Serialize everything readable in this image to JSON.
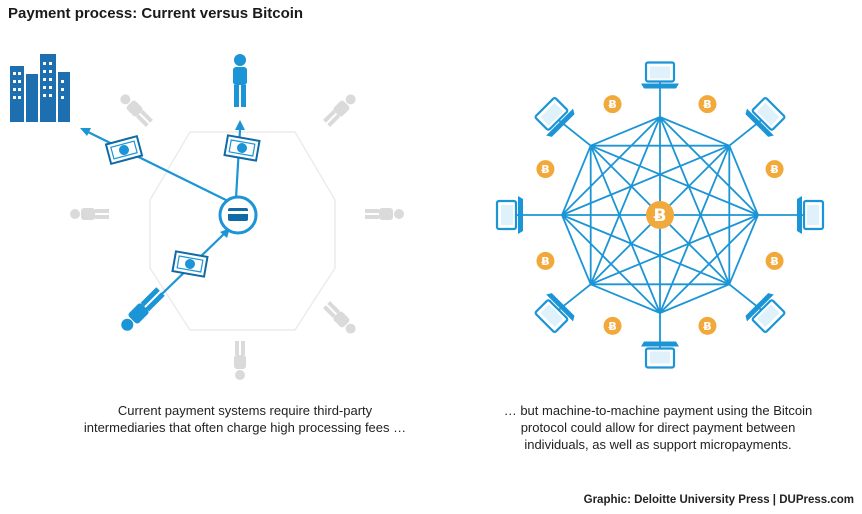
{
  "title": "Payment process: Current versus Bitcoin",
  "left": {
    "caption_line1": "Current payment systems require third-party",
    "caption_line2": "intermediaries that often charge high processing fees …"
  },
  "right": {
    "caption_line1": "… but machine-to-machine payment using the Bitcoin",
    "caption_line2": "protocol could allow for direct payment between",
    "caption_line3": "individuals, as well as support micropayments.",
    "node_count": 8,
    "coin_symbol": "Ƀ"
  },
  "credit": "Graphic: Deloitte University Press  |  DUPress.com",
  "colors": {
    "blue": "#1b95d6",
    "dark_blue": "#0f6aa6",
    "gray": "#d9d9d9",
    "coin": "#f2a93b",
    "green": "#6cb33f"
  }
}
